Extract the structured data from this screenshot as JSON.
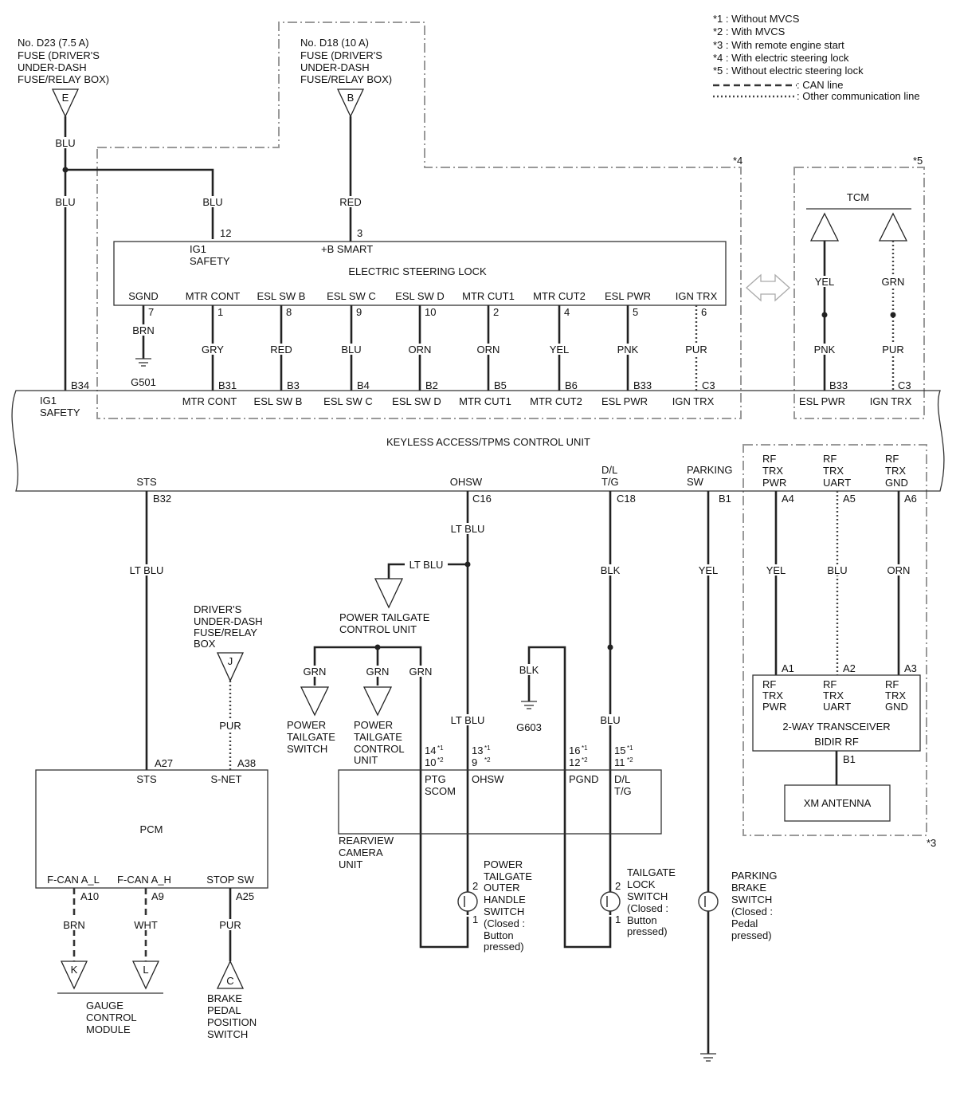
{
  "legend": {
    "n1": "*1 : Without MVCS",
    "n2": "*2 : With MVCS",
    "n3": "*3 : With remote engine start",
    "n4": "*4 : With electric steering lock",
    "n5": "*5 : Without electric steering lock",
    "can": ": CAN line",
    "other": ": Other communication line"
  },
  "fuses": {
    "d23": [
      "No. D23 (7.5 A)",
      "FUSE (DRIVER'S",
      "UNDER-DASH",
      "FUSE/RELAY BOX)"
    ],
    "d23_conn": "E",
    "d18": [
      "No. D18 (10 A)",
      "FUSE (DRIVER'S",
      "UNDER-DASH",
      "FUSE/RELAY BOX)"
    ],
    "d18_conn": "B",
    "dash": [
      "DRIVER'S",
      "UNDER-DASH",
      "FUSE/RELAY",
      "BOX"
    ],
    "dash_conn": "J"
  },
  "notes": {
    "n4": "*4",
    "n5": "*5",
    "n3": "*3"
  },
  "esl": {
    "title": "ELECTRIC STEERING LOCK",
    "ig1": [
      "IG1",
      "SAFETY"
    ],
    "bsmart": "+B SMART",
    "pin_ig1": "12",
    "pin_bsmart": "3",
    "pins": [
      {
        "label": "SGND",
        "num": "7",
        "wire": "BRN"
      },
      {
        "label": "MTR CONT",
        "num": "1",
        "wire": "GRY"
      },
      {
        "label": "ESL SW B",
        "num": "8",
        "wire": "RED"
      },
      {
        "label": "ESL SW C",
        "num": "9",
        "wire": "BLU"
      },
      {
        "label": "ESL SW D",
        "num": "10",
        "wire": "ORN"
      },
      {
        "label": "MTR CUT1",
        "num": "2",
        "wire": "ORN"
      },
      {
        "label": "MTR CUT2",
        "num": "4",
        "wire": "YEL"
      },
      {
        "label": "ESL PWR",
        "num": "5",
        "wire": "PNK"
      },
      {
        "label": "IGN TRX",
        "num": "6",
        "wire": "PUR"
      }
    ],
    "ground": "G501"
  },
  "wires": {
    "blu": "BLU",
    "blu2": "BLU",
    "blu3": "BLU",
    "red": "RED"
  },
  "tcm": {
    "title": "TCM",
    "wire1": "YEL",
    "wire2": "GRN",
    "wire3": "PNK",
    "wire4": "PUR",
    "pin1": "B33",
    "pin2": "C3",
    "lab1": "ESL PWR",
    "lab2": "IGN TRX"
  },
  "keyless": {
    "title": "KEYLESS ACCESS/TPMS CONTROL UNIT",
    "ig1": [
      "IG1",
      "SAFETY"
    ],
    "ig1_pin": "B34",
    "top_pins": [
      {
        "pin": "B31",
        "label": "MTR CONT"
      },
      {
        "pin": "B3",
        "label": "ESL SW B"
      },
      {
        "pin": "B4",
        "label": "ESL SW C"
      },
      {
        "pin": "B2",
        "label": "ESL SW D"
      },
      {
        "pin": "B5",
        "label": "MTR CUT1"
      },
      {
        "pin": "B6",
        "label": "MTR CUT2"
      },
      {
        "pin": "B33",
        "label": "ESL PWR"
      },
      {
        "pin": "C3",
        "label": "IGN TRX"
      }
    ],
    "sts": "STS",
    "sts_pin": "B32",
    "ohsw": "OHSW",
    "ohsw_pin": "C16",
    "dl": [
      "D/L",
      "T/G"
    ],
    "dl_pin": "C18",
    "park": [
      "PARKING",
      "SW"
    ],
    "park_pin": "B1",
    "rf_pwr": [
      "RF",
      "TRX",
      "PWR"
    ],
    "rf_uart": [
      "RF",
      "TRX",
      "UART"
    ],
    "rf_gnd": [
      "RF",
      "TRX",
      "GND"
    ],
    "rf_pins": [
      "A4",
      "A5",
      "A6"
    ]
  },
  "lower_wires": {
    "ltblu1": "LT BLU",
    "ltblu2": "LT BLU",
    "ltblu3": "LT BLU",
    "ltblu4": "LT BLU",
    "blk1": "BLK",
    "blk2": "BLK",
    "blu": "BLU",
    "yel_park": "YEL",
    "rf1": "YEL",
    "rf2": "BLU",
    "rf3": "ORN",
    "pur": "PUR",
    "grn1": "GRN",
    "grn2": "GRN",
    "grn3": "GRN"
  },
  "ptcu": [
    "POWER TAILGATE",
    "CONTROL UNIT"
  ],
  "pt_switch": [
    "POWER",
    "TAILGATE",
    "SWITCH"
  ],
  "pt_control": [
    "POWER",
    "TAILGATE",
    "CONTROL",
    "UNIT"
  ],
  "g603": "G603",
  "transceiver": {
    "pins": [
      "A1",
      "A2",
      "A3"
    ],
    "pwr": [
      "RF",
      "TRX",
      "PWR"
    ],
    "uart": [
      "RF",
      "TRX",
      "UART"
    ],
    "gnd": [
      "RF",
      "TRX",
      "GND"
    ],
    "title": "2-WAY TRANSCEIVER",
    "sub": "BIDIR RF",
    "b1": "B1",
    "antenna": "XM ANTENNA"
  },
  "pcm": {
    "title": "PCM",
    "sts": "STS",
    "snet": "S-NET",
    "sts_pin": "A27",
    "snet_pin": "A38",
    "fcan_l": "F-CAN A_L",
    "fcan_h": "F-CAN A_H",
    "stop": "STOP SW",
    "pins": [
      "A10",
      "A9",
      "A25"
    ],
    "wires": [
      "BRN",
      "WHT",
      "PUR"
    ],
    "conns": [
      "K",
      "L",
      "C"
    ]
  },
  "gauge": [
    "GAUGE",
    "CONTROL",
    "MODULE"
  ],
  "brake": [
    "BRAKE",
    "PEDAL",
    "POSITION",
    "SWITCH"
  ],
  "camera": {
    "title": [
      "REARVIEW",
      "CAMERA",
      "UNIT"
    ],
    "pins": [
      {
        "top": "14",
        "tsup": "*1",
        "bot": "10",
        "bsup": "*2",
        "label": [
          "PTG",
          "SCOM"
        ]
      },
      {
        "top": "13",
        "tsup": "*1",
        "bot": "9",
        "bsup": "*2",
        "label": [
          "OHSW"
        ]
      },
      {
        "top": "16",
        "tsup": "*1",
        "bot": "12",
        "bsup": "*2",
        "label": [
          "PGND"
        ]
      },
      {
        "top": "15",
        "tsup": "*1",
        "bot": "11",
        "bsup": "*2",
        "label": [
          "D/L",
          "T/G"
        ]
      }
    ]
  },
  "sw_outer": [
    "POWER",
    "TAILGATE",
    "OUTER",
    "HANDLE",
    "SWITCH",
    "(Closed :",
    "Button",
    "pressed)"
  ],
  "sw_lock": [
    "TAILGATE",
    "LOCK",
    "SWITCH",
    "(Closed :",
    "Button",
    "pressed)"
  ],
  "sw_park": [
    "PARKING",
    "BRAKE",
    "SWITCH",
    "(Closed :",
    "Pedal",
    "pressed)"
  ],
  "sw_pins": {
    "two": "2",
    "one": "1"
  }
}
